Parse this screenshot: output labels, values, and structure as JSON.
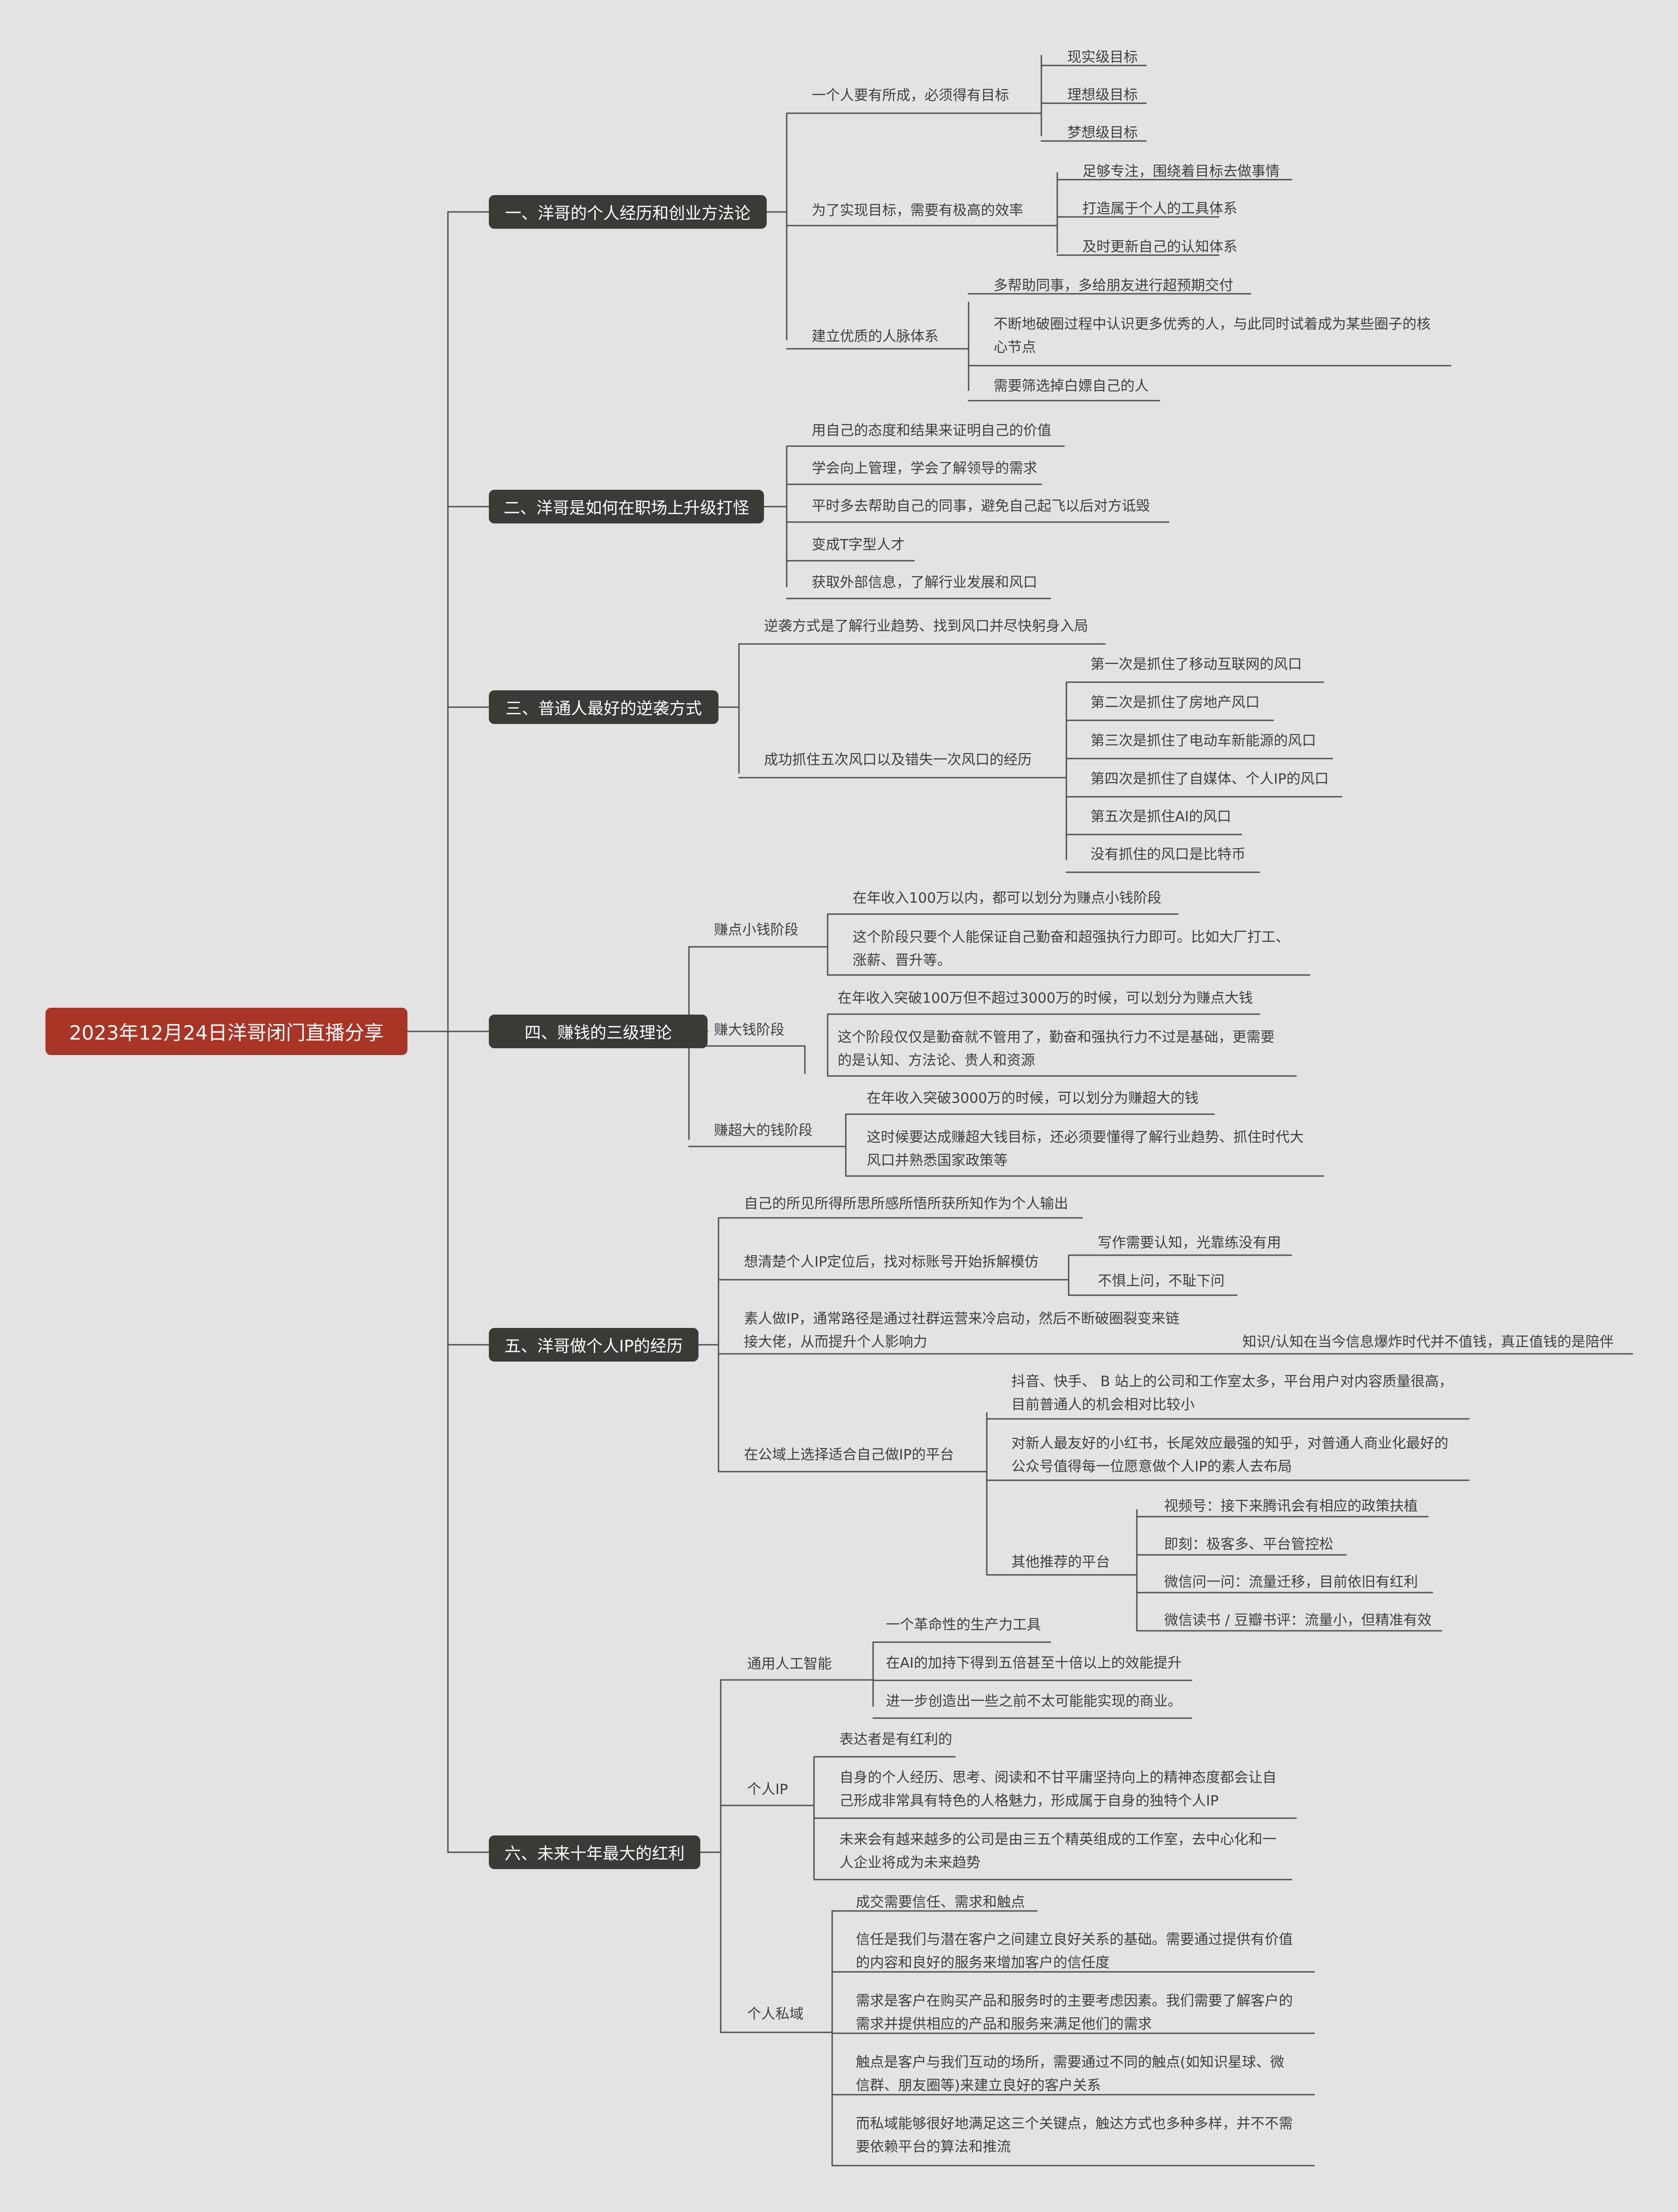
{
  "root": "2023年12月24日洋哥闭门直播分享",
  "b1": {
    "title": "一、洋哥的个人经历和创业方法论",
    "goal": {
      "label": "一个人要有所成，必须得有目标",
      "items": [
        "现实级目标",
        "理想级目标",
        "梦想级目标"
      ]
    },
    "efficiency": {
      "label": "为了实现目标，需要有极高的效率",
      "items": [
        "足够专注，围绕着目标去做事情",
        "打造属于个人的工具体系",
        "及时更新自己的认知体系"
      ]
    },
    "network": {
      "label": "建立优质的人脉体系",
      "items": [
        "多帮助同事，多给朋友进行超预期交付",
        "不断地破圈过程中认识更多优秀的人，与此同时试着成为某些圈子的核",
        "心节点",
        "需要筛选掉白嫖自己的人"
      ]
    }
  },
  "b2": {
    "title": "二、洋哥是如何在职场上升级打怪",
    "items": [
      "用自己的态度和结果来证明自己的价值",
      "学会向上管理，学会了解领导的需求",
      "平时多去帮助自己的同事，避免自己起飞以后对方诋毁",
      "变成T字型人才",
      "获取外部信息，了解行业发展和风口"
    ]
  },
  "b3": {
    "title": "三、普通人最好的逆袭方式",
    "way": "逆袭方式是了解行业趋势、找到风口并尽快躬身入局",
    "wind": {
      "label": "成功抓住五次风口以及错失一次风口的经历",
      "items": [
        "第一次是抓住了移动互联网的风口",
        "第二次是抓住了房地产风口",
        "第三次是抓住了电动车新能源的风口",
        "第四次是抓住了自媒体、个人IP的风口",
        "第五次是抓住AI的风口",
        "没有抓住的风口是比特币"
      ]
    }
  },
  "b4": {
    "title": "四、赚钱的三级理论",
    "small": {
      "label": "赚点小钱阶段",
      "items": [
        "在年收入100万以内，都可以划分为赚点小钱阶段",
        "这个阶段只要个人能保证自己勤奋和超强执行力即可。比如大厂打工、",
        "涨薪、晋升等。"
      ]
    },
    "big": {
      "label": "赚大钱阶段",
      "items": [
        "在年收入突破100万但不超过3000万的时候，可以划分为赚点大钱",
        "这个阶段仅仅是勤奋就不管用了，勤奋和强执行力不过是基础，更需要",
        "的是认知、方法论、贵人和资源"
      ]
    },
    "huge": {
      "label": "赚超大的钱阶段",
      "items": [
        "在年收入突破3000万的时候，可以划分为赚超大的钱",
        "这时候要达成赚超大钱目标，还必须要懂得了解行业趋势、抓住时代大",
        "风口并熟悉国家政策等"
      ]
    }
  },
  "b5": {
    "title": "五、洋哥做个人IP的经历",
    "output": "自己的所见所得所思所感所悟所获所知作为个人输出",
    "benchmark": {
      "label": "想清楚个人IP定位后，找对标账号开始拆解模仿",
      "items": [
        "写作需要认知，光靠练没有用",
        "不惧上问，不耻下问"
      ]
    },
    "amateur": {
      "lines": [
        "素人做IP，通常路径是通过社群运营来冷启动，然后不断破圈裂变来链",
        "接大佬，从而提升个人影响力"
      ],
      "child": "知识/认知在当今信息爆炸时代并不值钱，真正值钱的是陪伴"
    },
    "platform": {
      "label": "在公域上选择适合自己做IP的平台",
      "p1": [
        "抖音、快手、 B 站上的公司和工作室太多，平台用户对内容质量很高，",
        "目前普通人的机会相对比较小"
      ],
      "p2": [
        "对新人最友好的小红书，长尾效应最强的知乎，对普通人商业化最好的",
        "公众号值得每一位愿意做个人IP的素人去布局"
      ],
      "other": {
        "label": "其他推荐的平台",
        "items": [
          "视频号：接下来腾讯会有相应的政策扶植",
          "即刻：极客多、平台管控松",
          "微信问一问：流量迁移，目前依旧有红利",
          "微信读书 / 豆瓣书评：流量小，但精准有效"
        ]
      }
    }
  },
  "b6": {
    "title": "六、未来十年最大的红利",
    "ai": {
      "label": "通用人工智能",
      "items": [
        "一个革命性的生产力工具",
        "在AI的加持下得到五倍甚至十倍以上的效能提升",
        "进一步创造出一些之前不太可能能实现的商业。"
      ]
    },
    "ip": {
      "label": "个人IP",
      "items": [
        "表达者是有红利的",
        "自身的个人经历、思考、阅读和不甘平庸坚持向上的精神态度都会让自",
        "己形成非常具有特色的人格魅力，形成属于自身的独特个人IP",
        "未来会有越来越多的公司是由三五个精英组成的工作室，去中心化和一",
        "人企业将成为未来趋势"
      ]
    },
    "private": {
      "label": "个人私域",
      "items": [
        "成交需要信任、需求和触点",
        "信任是我们与潜在客户之间建立良好关系的基础。需要通过提供有价值",
        "的内容和良好的服务来增加客户的信任度",
        "需求是客户在购买产品和服务时的主要考虑因素。我们需要了解客户的",
        "需求并提供相应的产品和服务来满足他们的需求",
        "触点是客户与我们互动的场所，需要通过不同的触点(如知识星球、微",
        "信群、朋友圈等)来建立良好的客户关系",
        "而私域能够很好地满足这三个关键点，触达方式也多种多样，并不不需",
        "要依赖平台的算法和推流"
      ]
    }
  }
}
